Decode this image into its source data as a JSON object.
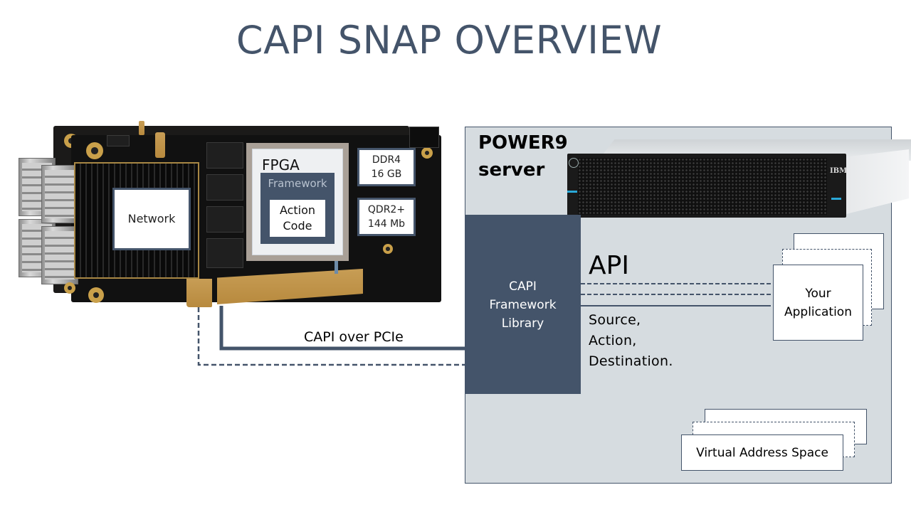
{
  "title": "CAPI SNAP OVERVIEW",
  "colors": {
    "title": "#44546a",
    "accent": "#44546a",
    "panel_bg": "#d6dce0",
    "gold": "#c9a04a"
  },
  "fpga_card": {
    "network_label": "Network",
    "fpga_label": "FPGA",
    "framework_label": "Framework",
    "action_code_label": [
      "Action",
      "Code"
    ],
    "ddr4_label": [
      "DDR4",
      "16 GB"
    ],
    "qdr_label": [
      "QDR2+",
      "144 Mb"
    ]
  },
  "link": {
    "label": "CAPI over PCIe"
  },
  "server": {
    "title": [
      "POWER9",
      "server"
    ],
    "vendor_logo": "IBM",
    "library_label": [
      "CAPI",
      "Framework",
      "Library"
    ],
    "api_label": "API",
    "api_params": [
      "Source,",
      "Action,",
      "Destination."
    ],
    "application_label": [
      "Your",
      "Application"
    ],
    "address_space_label": "Virtual Address Space"
  }
}
